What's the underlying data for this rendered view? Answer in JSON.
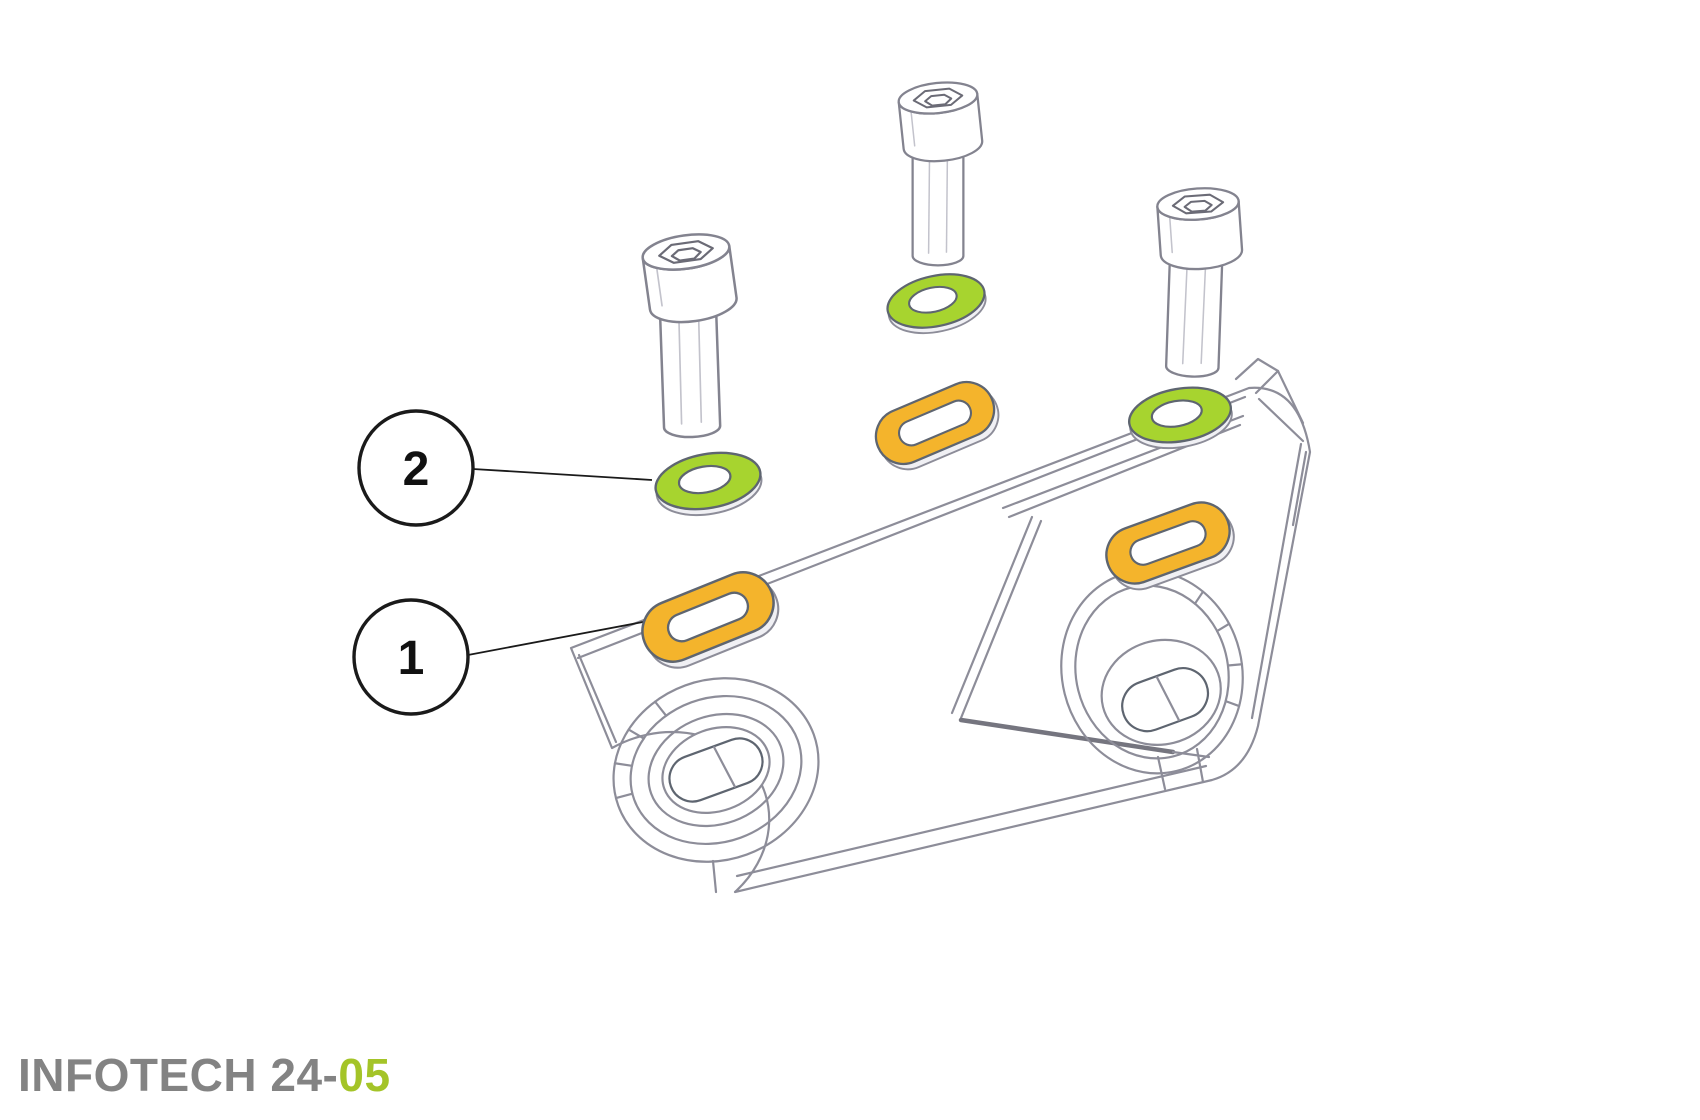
{
  "diagram": {
    "type": "exploded-assembly-illustration",
    "callouts": [
      {
        "label": "2"
      },
      {
        "label": "1"
      }
    ],
    "parts": {
      "bolt": "socket-head-cap-screw",
      "round_washer": "round-flat-washer",
      "oval_washer": "oval-slot-washer",
      "bracket": "triangular-mounting-bracket"
    }
  },
  "footer": {
    "brand_prefix": "INFOTECH 24-",
    "brand_suffix": "05"
  },
  "colors": {
    "washer_green": "#a7d42f",
    "washer_yellow": "#f4b42c",
    "outline_gray": "#8d8d99",
    "text_gray": "#838383",
    "text_green": "#a4c428",
    "callout_ink": "#1a1a1a"
  }
}
